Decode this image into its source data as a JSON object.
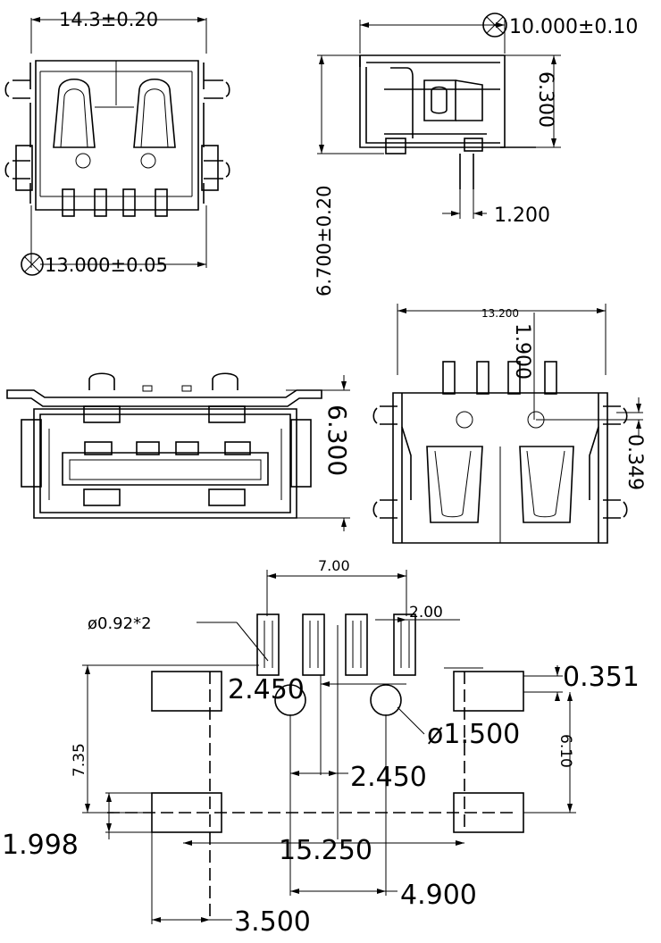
{
  "views": {
    "top_view": {
      "width_dim": "14.3±0.20",
      "bottom_dim": "13.000±0.05"
    },
    "side_view": {
      "top_dim": "10.000±0.10",
      "height_dim": "6.300",
      "pin_dim": "1.200",
      "total_height_dim": "6.700±0.20"
    },
    "front_view": {
      "height_dim": "6.300"
    },
    "bottom_view": {
      "width_dim": "13.200",
      "hole_offset_dim": "1.900",
      "edge_dim": "0.349"
    }
  },
  "footprint": {
    "pitch_total": "7.00",
    "pin_pitch": "2.00",
    "pin_hole": "ø0.92*2",
    "hole_spacing_upper": "2.450",
    "pad_offset": "0.351",
    "mount_hole": "ø1.500",
    "vertical_pad_span": "7.35",
    "right_pad_span": "6.10",
    "hole_spacing_lower": "2.450",
    "pad_width": "1.998",
    "overall_span": "15.250",
    "hole_to_pin": "4.900",
    "pad_length": "3.500"
  }
}
